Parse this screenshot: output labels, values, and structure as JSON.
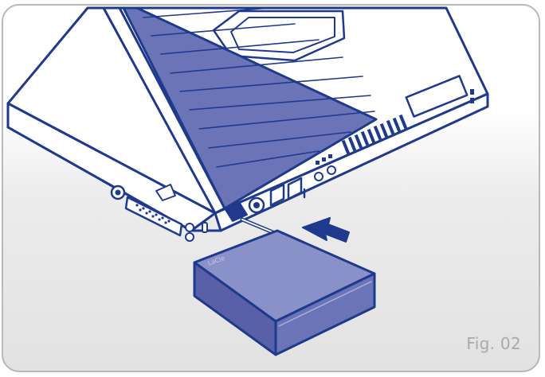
{
  "figure": {
    "caption": "Fig. 02",
    "drive_brand": "LaCie"
  },
  "colors": {
    "outline": "#1f3a8c",
    "fill_blue": "#6c74b8",
    "light_blue": "#8a90c8",
    "frame": "#b8b8b8",
    "caption": "#a9aaaa"
  },
  "icons": [
    "laptop",
    "usb-port",
    "external-hard-drive",
    "insert-arrow"
  ]
}
